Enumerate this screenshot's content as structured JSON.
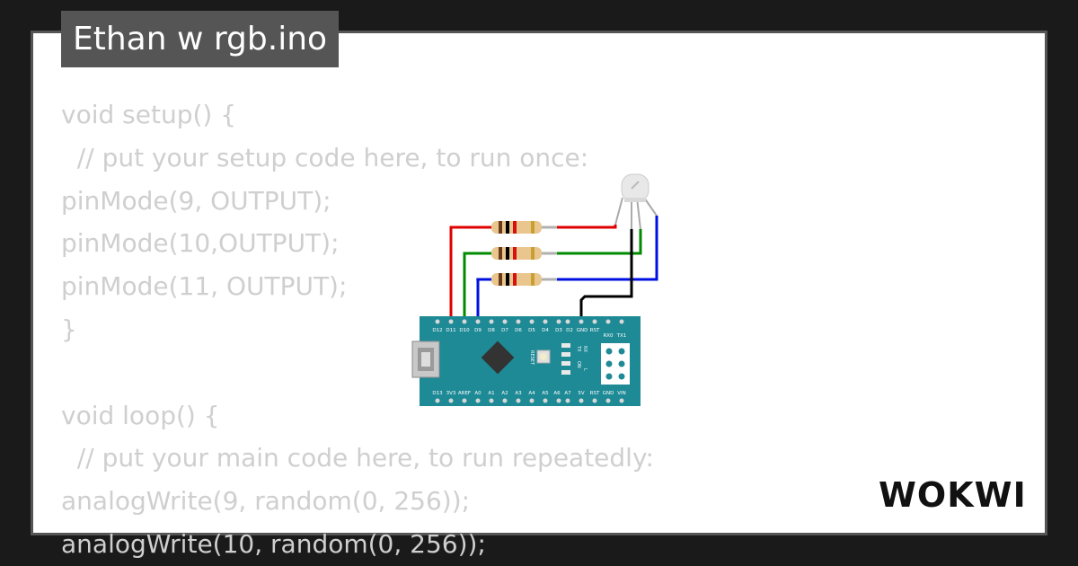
{
  "project": {
    "title": "Ethan w rgb.ino"
  },
  "code": {
    "lines": [
      "void setup() {",
      "  // put your setup code here, to run once:",
      "pinMode(9, OUTPUT);",
      "pinMode(10,OUTPUT);",
      "pinMode(11, OUTPUT);",
      "}",
      "",
      "void loop() {",
      "  // put your main code here, to run repeatedly:",
      "analogWrite(9, random(0, 256));",
      "analogWrite(10, random(0, 256));"
    ]
  },
  "board": {
    "top_pins": [
      "D12",
      "D11",
      "D10",
      "D9",
      "D8",
      "D7",
      "D6",
      "D5",
      "D4",
      "D3",
      "D2",
      "GND",
      "RST",
      "RX0",
      "TX1"
    ],
    "bottom_pins": [
      "D13",
      "3V3",
      "AREF",
      "A0",
      "A1",
      "A2",
      "A3",
      "A4",
      "A5",
      "A6",
      "A7",
      "5V",
      "RST",
      "GND",
      "VIN"
    ],
    "reset_label": "RESET",
    "led_labels": [
      "TX",
      "RX",
      "ON",
      "L"
    ]
  },
  "wires": {
    "red": "#e00000",
    "green": "#008a00",
    "blue": "#0010e0",
    "black": "#000000"
  },
  "colors": {
    "board": "#1e8a96",
    "code_text": "#cfcfcf",
    "tab": "#555555"
  },
  "brand": {
    "logo_text": "WOKWI"
  }
}
